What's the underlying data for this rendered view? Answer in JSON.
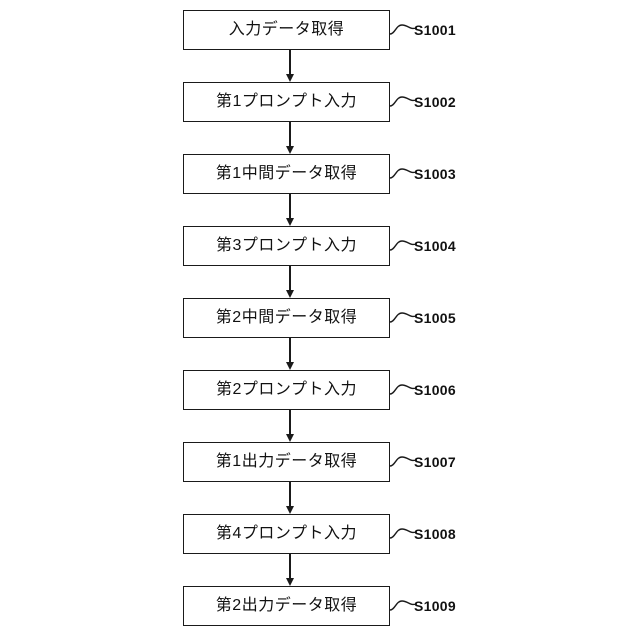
{
  "diagram": {
    "type": "flowchart",
    "orientation": "vertical",
    "background_color": "#ffffff",
    "line_color": "#1a1a1a",
    "steps": [
      {
        "label": "入力データ取得",
        "step_id": "S1001"
      },
      {
        "label": "第1プロンプト入力",
        "step_id": "S1002"
      },
      {
        "label": "第1中間データ取得",
        "step_id": "S1003"
      },
      {
        "label": "第3プロンプト入力",
        "step_id": "S1004"
      },
      {
        "label": "第2中間データ取得",
        "step_id": "S1005"
      },
      {
        "label": "第2プロンプト入力",
        "step_id": "S1006"
      },
      {
        "label": "第1出力データ取得",
        "step_id": "S1007"
      },
      {
        "label": "第4プロンプト入力",
        "step_id": "S1008"
      },
      {
        "label": "第2出力データ取得",
        "step_id": "S1009"
      }
    ]
  }
}
